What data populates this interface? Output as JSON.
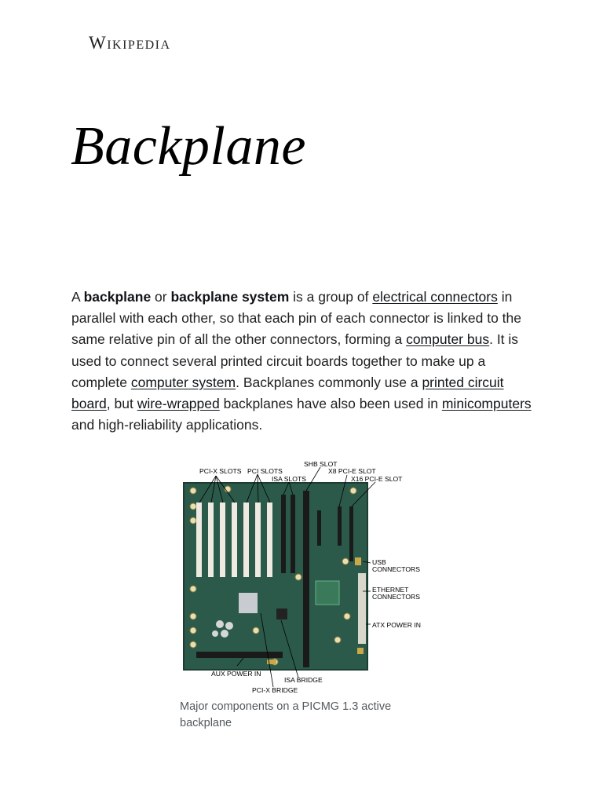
{
  "header": {
    "logo_text": "Wikipedia"
  },
  "article": {
    "title": "Backplane",
    "lead": {
      "t1": "A ",
      "b1": "backplane",
      "t2": " or ",
      "b2": "backplane system",
      "t3": " is a group of ",
      "l1": "electrical connectors",
      "t4": " in parallel with each other, so that each pin of each connector is linked to the same relative pin of all the other connectors, forming a ",
      "l2": "computer bus",
      "t5": ". It is used to connect several printed circuit boards together to make up a complete ",
      "l3": "computer system",
      "t6": ". Backplanes commonly use a ",
      "l4": "printed circuit board",
      "t7": ", but ",
      "l5": "wire-wrapped",
      "t8": " backplanes have also been used in ",
      "l6": "minicomputers",
      "t9": " and high-reliability applications."
    }
  },
  "figure": {
    "labels": {
      "pcix_slots": "PCI-X SLOTS",
      "pci_slots": "PCI SLOTS",
      "isa_slots": "ISA SLOTS",
      "shb_slot": "SHB SLOT",
      "x8_slot": "X8 PCI-E SLOT",
      "x16_slot": "X16 PCI-E SLOT",
      "usb1": "USB",
      "usb2": "CONNECTORS",
      "eth1": "ETHERNET",
      "eth2": "CONNECTORS",
      "atx": "ATX POWER IN",
      "aux": "AUX POWER IN",
      "isa_bridge": "ISA BRIDGE",
      "pcix_bridge": "PCI-X BRIDGE"
    },
    "caption": "Major components on a PICMG 1.3 active backplane",
    "colors": {
      "board": "#2c5a4a",
      "slot_white": "#eeeae2",
      "slot_black": "#1a1a1a"
    }
  }
}
